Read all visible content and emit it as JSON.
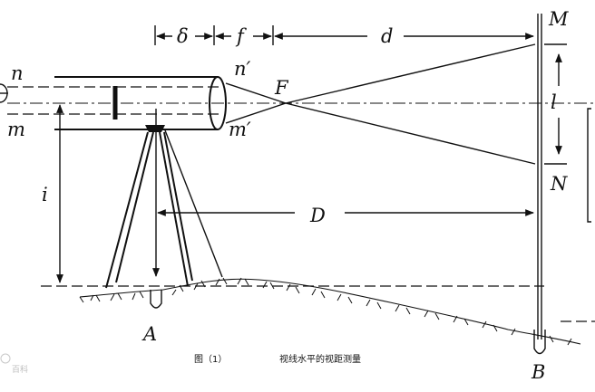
{
  "labels": {
    "n": "n",
    "m": "m",
    "n_prime": "n′",
    "m_prime": "m′",
    "F": "F",
    "delta": "δ",
    "f": "f",
    "d": "d",
    "M": "M",
    "l": "l",
    "N": "N",
    "i": "i",
    "D": "D",
    "A": "A",
    "B": "B"
  },
  "caption": {
    "figure": "图（1）",
    "title": "视线水平的视距测量"
  },
  "watermark": "百科"
}
